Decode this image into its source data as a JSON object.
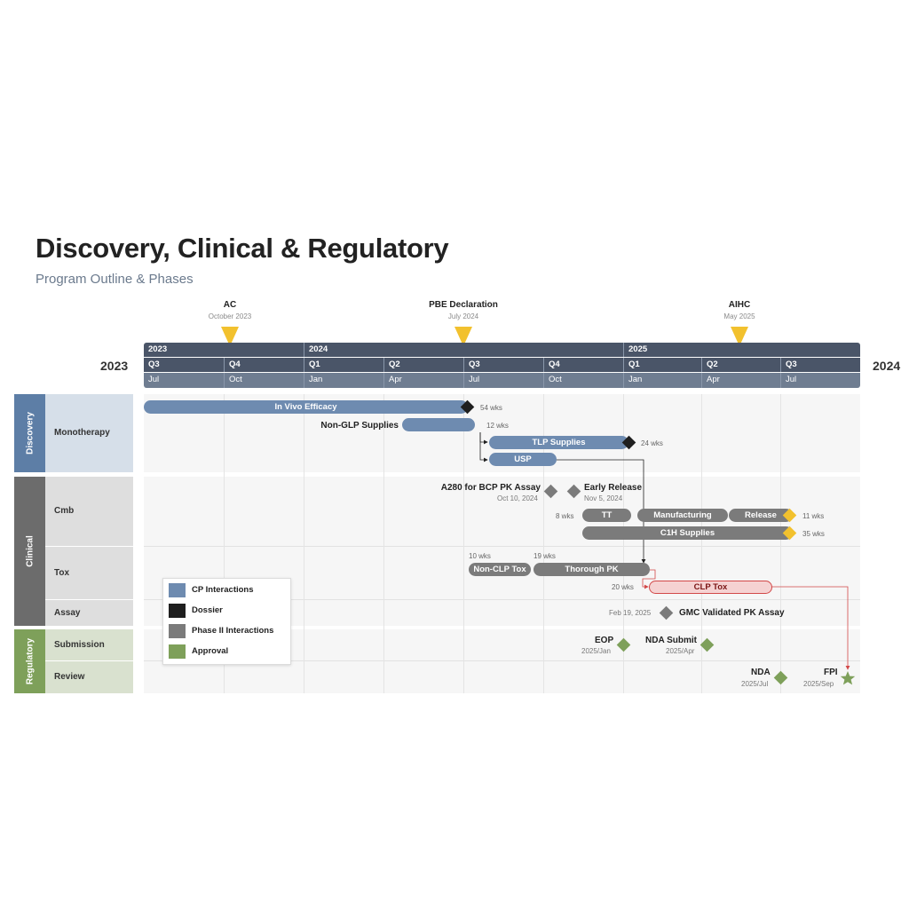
{
  "title": "Discovery, Clinical & Regulatory",
  "subtitle": "Program Outline & Phases",
  "side_years": {
    "left": "2023",
    "right": "2024"
  },
  "top_milestones": [
    {
      "label": "AC",
      "date": "October 2023"
    },
    {
      "label": "PBE Declaration",
      "date": "July 2024"
    },
    {
      "label": "AIHC",
      "date": "May 2025"
    }
  ],
  "timescale": {
    "years": [
      "2023",
      "2024",
      "2025"
    ],
    "quarters": [
      "Q3",
      "Q4",
      "Q1",
      "Q2",
      "Q3",
      "Q4",
      "Q1",
      "Q2",
      "Q3"
    ],
    "months": [
      "Jul",
      "Oct",
      "Jan",
      "Apr",
      "Jul",
      "Oct",
      "Jan",
      "Apr",
      "Jul"
    ]
  },
  "groups": [
    {
      "name": "Discovery",
      "color": "#5d7ea6",
      "row_bg": "#d6dfe9"
    },
    {
      "name": "Clinical",
      "color": "#6c6c6c",
      "row_bg": "#dedede"
    },
    {
      "name": "Regulatory",
      "color": "#7ea05a",
      "row_bg": "#d9e1cf"
    }
  ],
  "rows": {
    "monotherapy": "Monotherapy",
    "cmb": "Cmb",
    "tox": "Tox",
    "assay": "Assay",
    "submission": "Submission",
    "review": "Review"
  },
  "chart_data": {
    "type": "gantt",
    "tasks": [
      {
        "name": "In Vivo Efficacy",
        "row": "Monotherapy",
        "start": "2023-07",
        "end": "2024-07",
        "duration": "54 wks",
        "category": "CP Interactions"
      },
      {
        "name": "Non-GLP Supplies",
        "row": "Monotherapy",
        "start": "2024-04",
        "end": "2024-07",
        "duration": "12 wks",
        "category": "CP Interactions"
      },
      {
        "name": "TLP Supplies",
        "row": "Monotherapy",
        "start": "2024-08",
        "end": "2025-01",
        "duration": "24 wks",
        "category": "CP Interactions"
      },
      {
        "name": "USP",
        "row": "Monotherapy",
        "start": "2024-08",
        "end": "2024-10",
        "duration": "",
        "category": "CP Interactions"
      },
      {
        "name": "TT",
        "row": "Cmb",
        "start": "2024-12",
        "end": "2025-01",
        "duration": "8 wks",
        "category": "Phase II Interactions"
      },
      {
        "name": "Manufacturing",
        "row": "Cmb",
        "start": "2025-01",
        "end": "2025-04",
        "duration": "",
        "category": "Phase II Interactions"
      },
      {
        "name": "Release",
        "row": "Cmb",
        "start": "2025-04",
        "end": "2025-07",
        "duration": "11 wks",
        "category": "Phase II Interactions"
      },
      {
        "name": "C1H Supplies",
        "row": "Cmb",
        "start": "2024-12",
        "end": "2025-07",
        "duration": "35 wks",
        "category": "Phase II Interactions"
      },
      {
        "name": "Non-CLP Tox",
        "row": "Tox",
        "start": "2024-07",
        "end": "2024-10",
        "duration": "10 wks",
        "category": "Phase II Interactions"
      },
      {
        "name": "Thorough PK",
        "row": "Tox",
        "start": "2024-10",
        "end": "2025-01",
        "duration": "19 wks",
        "category": "Phase II Interactions"
      },
      {
        "name": "CLP Tox",
        "row": "Tox",
        "start": "2025-01",
        "end": "2025-06",
        "duration": "20 wks",
        "category": "Critical"
      }
    ],
    "milestones": [
      {
        "name": "A280 for BCP PK Assay",
        "date": "Oct 10, 2024",
        "row": "Cmb"
      },
      {
        "name": "Early Release",
        "date": "Nov 5, 2024",
        "row": "Cmb"
      },
      {
        "name": "GMC Validated PK Assay",
        "date": "Feb 19, 2025",
        "row": "Assay"
      },
      {
        "name": "EOP",
        "date": "2025/Jan",
        "row": "Submission"
      },
      {
        "name": "NDA Submit",
        "date": "2025/Apr",
        "row": "Submission"
      },
      {
        "name": "NDA",
        "date": "2025/Jul",
        "row": "Review"
      },
      {
        "name": "FPI",
        "date": "2025/Sep",
        "row": "Review"
      }
    ],
    "legend": [
      {
        "name": "CP Interactions",
        "color": "#6e8bb0"
      },
      {
        "name": "Dossier",
        "color": "#1f1f1f"
      },
      {
        "name": "Phase II Interactions",
        "color": "#7b7b7b"
      },
      {
        "name": "Approval",
        "color": "#7ea05a"
      }
    ]
  }
}
